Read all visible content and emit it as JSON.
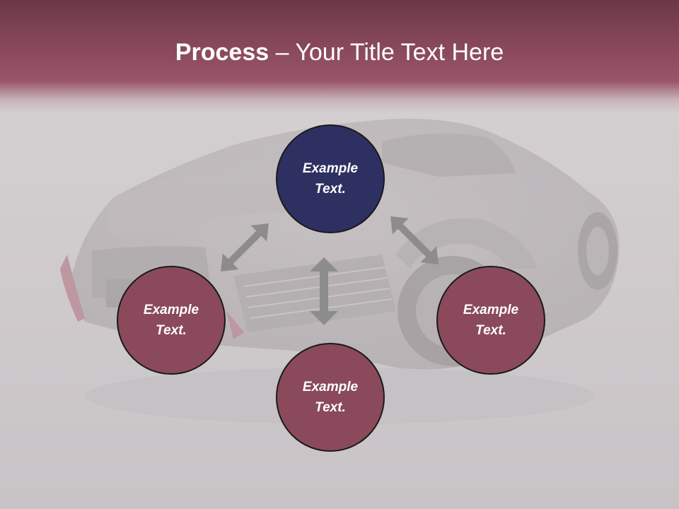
{
  "slide": {
    "title_bold": "Process",
    "title_rest": " – Your Title Text Here"
  },
  "diagram": {
    "type": "cycle",
    "nodes": [
      {
        "id": "top",
        "label": "Example Text.",
        "color": "#2e3062"
      },
      {
        "id": "left",
        "label": "Example Text.",
        "color": "#8a4a5c"
      },
      {
        "id": "right",
        "label": "Example Text.",
        "color": "#8a4a5c"
      },
      {
        "id": "bottom",
        "label": "Example Text.",
        "color": "#8a4a5c"
      }
    ],
    "connectors": [
      {
        "from": "top",
        "to": "left",
        "style": "double-arrow"
      },
      {
        "from": "top",
        "to": "right",
        "style": "double-arrow"
      },
      {
        "from": "top",
        "to": "bottom",
        "style": "double-arrow"
      }
    ],
    "arrow_color": "#8c8c8c"
  },
  "theme": {
    "header_color": "#8a4a5c",
    "background_image": "silver-sports-car"
  }
}
